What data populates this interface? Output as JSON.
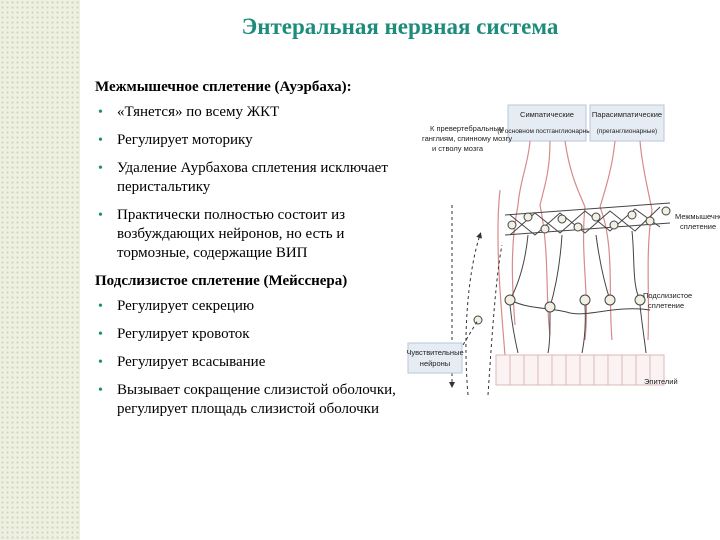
{
  "slide": {
    "title": "Энтеральная нервная система",
    "sections": [
      {
        "heading": "Межмышечное сплетение (Ауэрбаха):",
        "bullets": [
          "«Тянется» по всему ЖКТ",
          "Регулирует моторику",
          "Удаление Аурбахова сплетения исключает перистальтику",
          "Практически полностью состоит из возбуждающих нейронов, но есть и тормозные, содержащие ВИП"
        ]
      },
      {
        "heading": "Подслизистое сплетение (Мейсснера)",
        "bullets": [
          "Регулирует секрецию",
          "Регулирует  кровоток",
          "Регулирует всасывание",
          "Вызывает сокращение слизистой оболочки, регулирует площадь слизистой оболочки"
        ]
      }
    ]
  },
  "diagram": {
    "box_sympathetic": [
      "Симпатические",
      "(в основном постганглионарные)"
    ],
    "box_parasympathetic": [
      "Парасимпатические",
      "(преганглионарные)"
    ],
    "label_prevertebral": [
      "К превертебральным",
      "ганглиям, спинному мозгу",
      "и стволу мозга"
    ],
    "label_myenteric": [
      "Межмышечное",
      "сплетение"
    ],
    "label_submucosal": [
      "Подслизистое",
      "сплетение"
    ],
    "label_sensory": [
      "Чувствительные",
      "нейроны"
    ],
    "label_epithelium": "Эпителий",
    "colors": {
      "title": "#1d8c7c",
      "bullet": "#1d8c7c",
      "nerve": "#d98a8a",
      "box": "#b9c7d8",
      "neuron": "#444444"
    }
  }
}
